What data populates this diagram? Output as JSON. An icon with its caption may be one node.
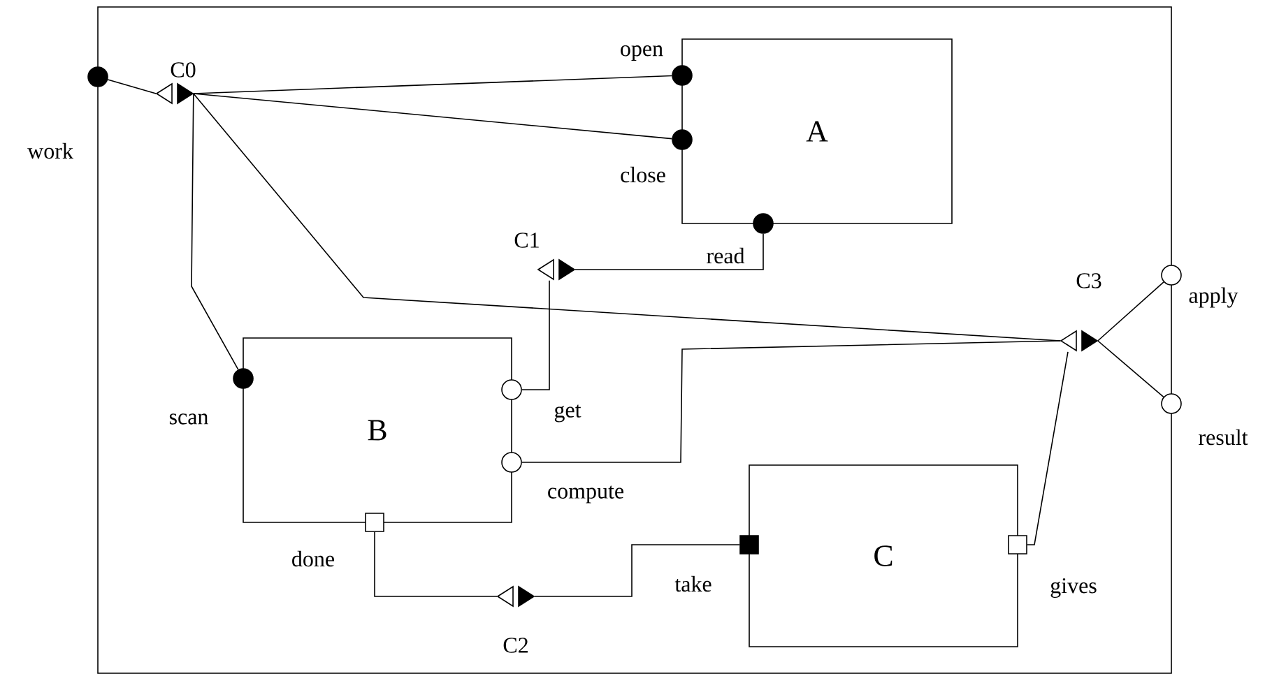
{
  "diagram": {
    "nodes": [
      {
        "text": [],
        "shape": "box"
      },
      {
        "text": [
          "A"
        ],
        "in": 0
      },
      {
        "text": [
          "B"
        ],
        "in": 0
      },
      {
        "text": [
          "C"
        ],
        "in": 0
      },
      {
        "text": [
          "C0"
        ],
        "in": 0
      },
      {
        "text": [
          "C1"
        ],
        "in": 0
      },
      {
        "text": [
          "C2"
        ],
        "in": 0
      },
      {
        "text": [
          "C3"
        ],
        "in": 0
      },
      {
        "text": [
          "work"
        ]
      },
      {
        "text": [
          "open"
        ],
        "in": 0
      },
      {
        "text": [
          "close"
        ],
        "in": 0
      },
      {
        "text": [
          "read"
        ],
        "in": 0
      },
      {
        "text": [
          "scan"
        ],
        "in": 0
      },
      {
        "text": [
          "get"
        ],
        "in": 0
      },
      {
        "text": [
          "compute"
        ],
        "in": 0
      },
      {
        "text": [
          "done"
        ],
        "in": 0
      },
      {
        "text": [
          "take"
        ],
        "in": 0
      },
      {
        "text": [
          "gives"
        ],
        "in": 0
      },
      {
        "text": [
          "apply"
        ]
      },
      {
        "text": [
          "result"
        ]
      }
    ],
    "edges": [
      {
        "from": 4,
        "to": 8,
        "arrow": "none"
      },
      {
        "from": 4,
        "to": 9,
        "arrow": "none"
      },
      {
        "from": 4,
        "to": 10,
        "arrow": "none"
      },
      {
        "from": 4,
        "to": 12,
        "arrow": "none"
      },
      {
        "from": 4,
        "to": 7,
        "arrow": "none"
      },
      {
        "from": 5,
        "to": 11,
        "arrow": "none"
      },
      {
        "from": 5,
        "to": 13,
        "arrow": "none"
      },
      {
        "from": 7,
        "to": 14,
        "arrow": "none"
      },
      {
        "from": 7,
        "to": 17,
        "arrow": "none"
      },
      {
        "from": 7,
        "to": 18,
        "arrow": "none"
      },
      {
        "from": 7,
        "to": 19,
        "arrow": "none"
      },
      {
        "from": 6,
        "to": 15,
        "arrow": "none"
      },
      {
        "from": 6,
        "to": 16,
        "arrow": "none"
      }
    ]
  }
}
